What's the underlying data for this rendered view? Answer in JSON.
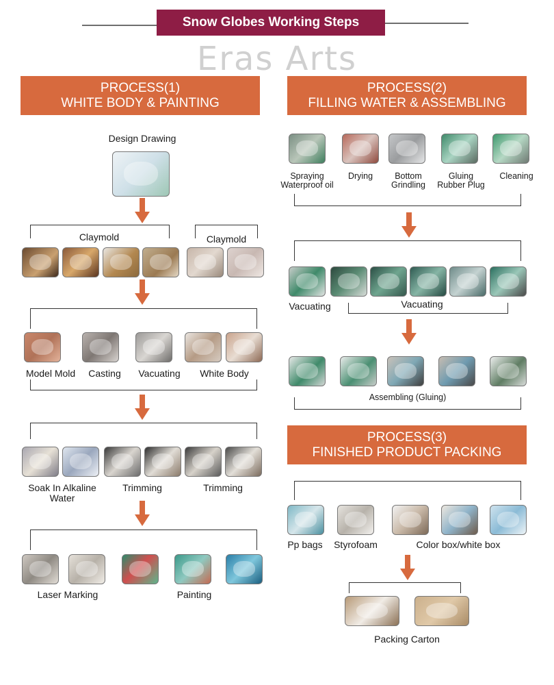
{
  "header": {
    "title": "Snow Globes Working Steps",
    "brand": "Eras Arts"
  },
  "colors": {
    "title_bg": "#8e1d45",
    "process_bg": "#d76a3e",
    "arrow": "#d76a3e"
  },
  "process1": {
    "title_line1": "PROCESS(1)",
    "title_line2": "WHITE BODY & PAINTING",
    "design_drawing": "Design Drawing",
    "claymold_a": "Claymold",
    "claymold_b": "Claymold",
    "model_mold": "Model Mold",
    "casting": "Casting",
    "vacuating": "Vacuating",
    "white_body": "White Body",
    "soak_line1": "Soak In Alkaline",
    "soak_line2": "Water",
    "trimming_a": "Trimming",
    "trimming_b": "Trimming",
    "laser_marking": "Laser Marking",
    "painting": "Painting"
  },
  "process2": {
    "title_line1": "PROCESS(2)",
    "title_line2": "FILLING WATER & ASSEMBLING",
    "spraying_line1": "Spraying",
    "spraying_line2": "Waterproof oil",
    "drying": "Drying",
    "bottom_line1": "Bottom",
    "bottom_line2": "Grindling",
    "gluing_line1": "Gluing",
    "gluing_line2": "Rubber Plug",
    "cleaning": "Cleaning",
    "vacuating_a": "Vacuating",
    "vacuating_b": "Vacuating",
    "assembling": "Assembling (Gluing)"
  },
  "process3": {
    "title_line1": "PROCESS(3)",
    "title_line2": "FINISHED PRODUCT PACKING",
    "pp_bags": "Pp bags",
    "styrofoam": "Styrofoam",
    "color_box": "Color box/white box",
    "packing_carton": "Packing Carton"
  }
}
